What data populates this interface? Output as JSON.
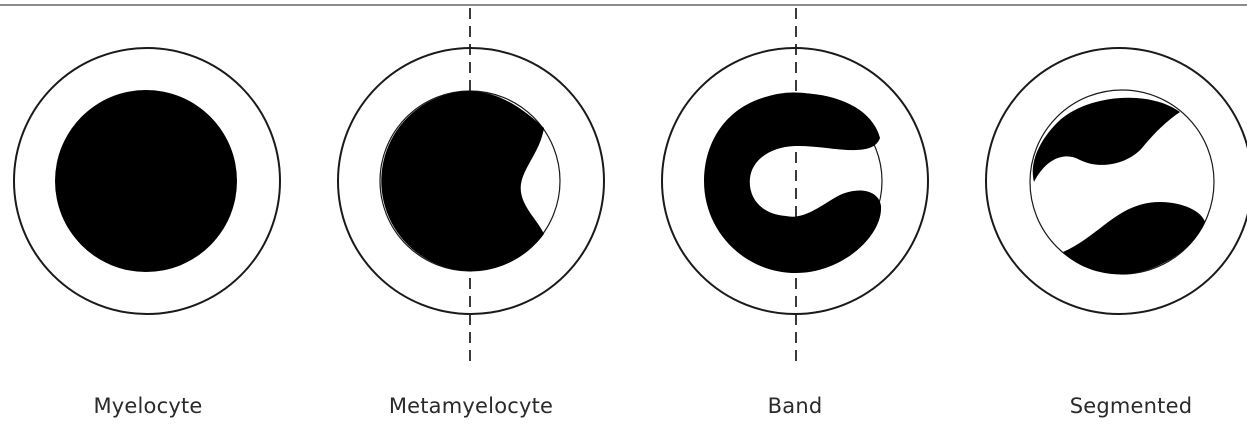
{
  "diagram": {
    "stages": [
      {
        "id": "myelocyte",
        "label": "Myelocyte"
      },
      {
        "id": "metamyelocyte",
        "label": "Metamyelocyte"
      },
      {
        "id": "band",
        "label": "Band"
      },
      {
        "id": "segmented",
        "label": "Segmented"
      }
    ],
    "colors": {
      "nucleus": "#000000",
      "cell_outline": "#1a1a1a",
      "divider_line": "#3a3a3a",
      "label_text": "#2a2a2a"
    }
  }
}
